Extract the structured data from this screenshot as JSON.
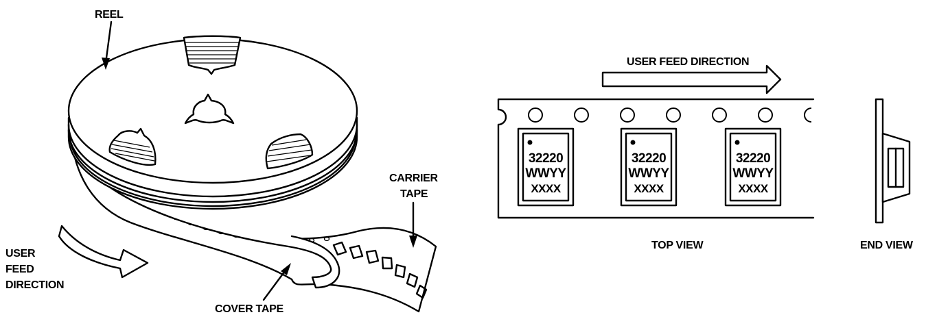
{
  "labels": {
    "reel": "REEL",
    "carrier_tape_line1": "CARRIER",
    "carrier_tape_line2": "TAPE",
    "user_feed_line1": "USER",
    "user_feed_line2": "FEED",
    "user_feed_line3": "DIRECTION",
    "cover_tape": "COVER TAPE",
    "user_feed_direction": "USER FEED DIRECTION",
    "top_view": "TOP VIEW",
    "end_view": "END VIEW"
  },
  "component_marking": {
    "line1": "32220",
    "line2": "WWYY",
    "line3": "XXXX"
  }
}
